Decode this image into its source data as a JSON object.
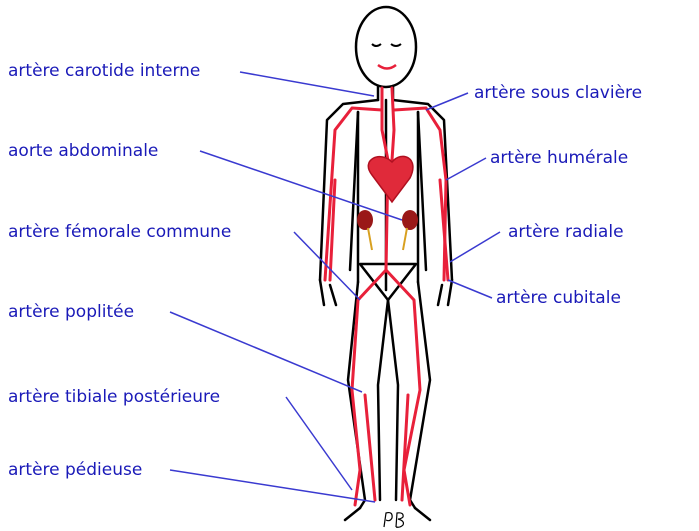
{
  "labels": {
    "carotide": "artère carotide interne",
    "aorte": "aorte abdominale",
    "femorale": "artère fémorale commune",
    "poplitee": "artère poplitée",
    "tibiale": "artère tibiale postérieure",
    "pedieuse": "artère pédieuse",
    "sous_claviere": "artère sous clavière",
    "humerale": "artère humérale",
    "radiale": "artère radiale",
    "cubitale": "artère cubitale"
  },
  "signature": "PB",
  "colors": {
    "label_text": "#1a1ab8",
    "pointer_line": "#3a3ad0",
    "artery": "#e8203a",
    "heart": "#e02a3a",
    "body_outline": "#000000",
    "kidney": "#9a1818",
    "ureter": "#d8a020"
  }
}
